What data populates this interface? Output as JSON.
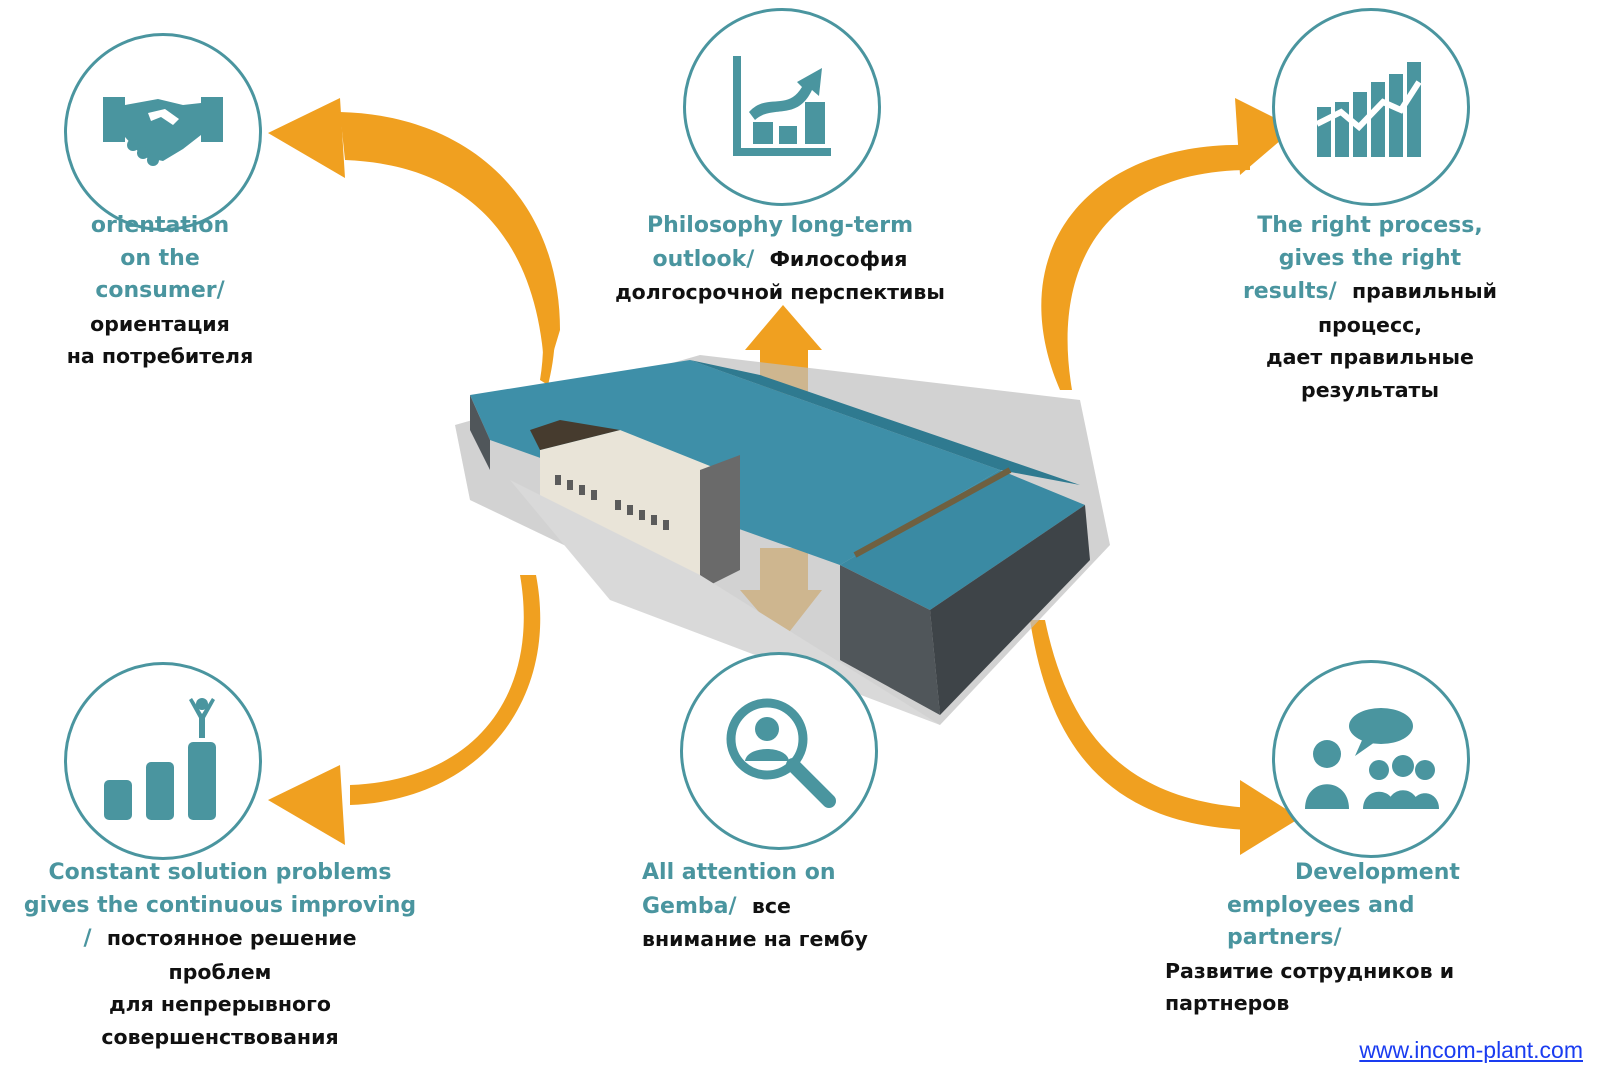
{
  "center": {
    "label": {
      "en": "Philosophy long-term outlook/",
      "ru": "Философия долгосрочной перспективы"
    }
  },
  "nodes": [
    {
      "id": "consumer",
      "icon": "handshake-icon",
      "en_lines": [
        "orientation",
        "on the",
        "consumer/"
      ],
      "ru_lines": [
        "ориентация",
        "на потребителя"
      ]
    },
    {
      "id": "philosophy",
      "icon": "growth-chart-icon",
      "en_lines": [
        "Philosophy long-term",
        "outlook/"
      ],
      "ru_inline": "Философия",
      "ru_lines": [
        "долгосрочной  перспективы"
      ]
    },
    {
      "id": "right-process",
      "icon": "rising-bars-icon",
      "en_lines": [
        "The right process,",
        "gives the right",
        "results/"
      ],
      "ru_inline": "правильный",
      "ru_lines": [
        "процесс,",
        "дает правильные",
        "результаты"
      ]
    },
    {
      "id": "problem-solving",
      "icon": "podium-winner-icon",
      "en_lines": [
        "Constant solution problems",
        "gives the continuous improving",
        "/"
      ],
      "ru_inline": "постоянное решение",
      "ru_lines": [
        "проблем",
        "для непрерывного",
        "совершенствования"
      ]
    },
    {
      "id": "gemba",
      "icon": "magnifier-person-icon",
      "en_lines": [
        "All attention on",
        "Gemba/"
      ],
      "ru_inline": "все",
      "ru_lines": [
        "внимание на гембу"
      ]
    },
    {
      "id": "development",
      "icon": "team-speech-icon",
      "en_lines": [
        "Development",
        "employees and",
        "partners/"
      ],
      "ru_lines": [
        "Развитие сотрудников и",
        "партнеров"
      ]
    }
  ],
  "footer": {
    "link": "www.incom-plant.com"
  },
  "colors": {
    "teal": "#4a959f",
    "orange": "#f0a020",
    "roof": "#3e8fa8",
    "text": "#111111",
    "link": "#1a3cf0"
  }
}
